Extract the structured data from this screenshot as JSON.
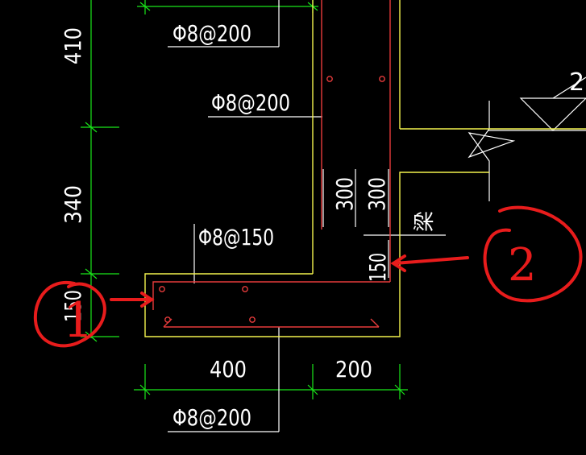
{
  "colors": {
    "background": "#000000",
    "dimension": "#19e619",
    "concrete": "#f2f24d",
    "rebar": "#e63b3b",
    "text": "#ffffff",
    "annotation": "#e81c1c"
  },
  "rebar_labels": {
    "top_stirrup": "Φ8@200",
    "wall_stirrup": "Φ8@200",
    "slab_rebar": "Φ8@150",
    "bottom_stirrup": "Φ8@200"
  },
  "dimensions": {
    "v_410": "410",
    "v_340": "340",
    "v_150_left": "150",
    "h_400": "400",
    "h_200": "200",
    "v_300_a": "300",
    "v_300_b": "300",
    "v_150_right": "150"
  },
  "beam_label": "梁",
  "elevation_label": "2.",
  "callouts": {
    "left": "1",
    "right": "2"
  }
}
